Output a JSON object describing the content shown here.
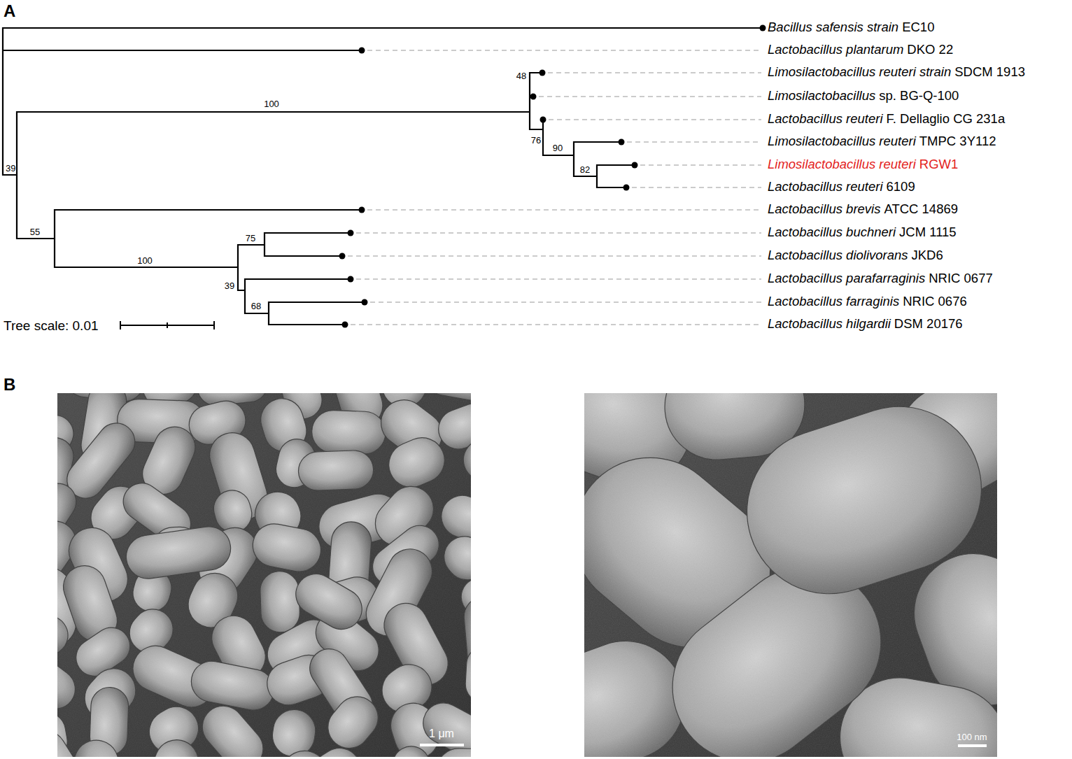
{
  "diagram": {
    "labels": [
      "A",
      "B",
      "Bacillus safensis strain",
      "EC10",
      "Lactobacillus plantarum",
      "DKO 22",
      "Limosilactobacillus reuteri strain",
      "SDCM 1913",
      "Limosilactobacillus",
      "sp. BG-Q-100",
      "Lactobacillus reuteri",
      "F. Dellaglio CG 231a",
      "Limosilactobacillus reuteri",
      "TMPC 3Y112",
      "Limosilactobacillus reuteri",
      "RGW1",
      "Lactobacillus reuteri",
      "6109",
      "Lactobacillus brevis",
      "ATCC 14869",
      "Lactobacillus buchneri",
      "JCM 1115",
      "Lactobacillus diolivorans",
      "JKD6",
      "Lactobacillus parafarraginis",
      "NRIC 0677",
      "Lactobacillus farraginis",
      "NRIC 0676",
      "Lactobacillus hilgardii",
      "DSM 20176",
      "100",
      "48",
      "76",
      "90",
      "82",
      "39",
      "55",
      "100",
      "75",
      "39",
      "68",
      "Tree scale: 0.01",
      "1 μm",
      "100 nm"
    ]
  }
}
